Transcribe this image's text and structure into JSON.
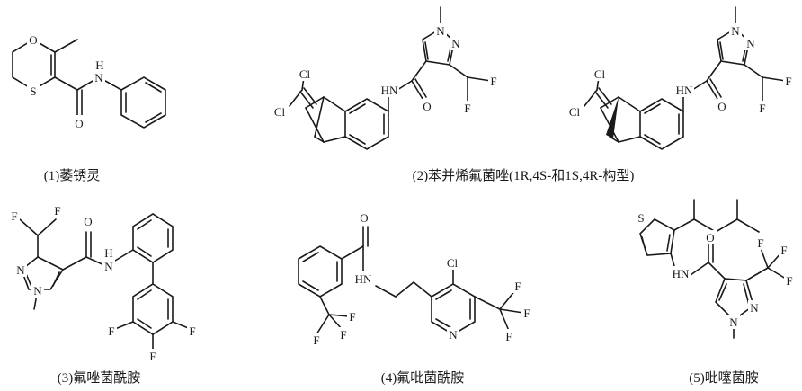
{
  "captions": {
    "c1": "(1)萎锈灵",
    "c2": "(2)苯并烯氟菌唑(1R,4S-和1S,4R-构型)",
    "c3": "(3)氟唑菌酰胺",
    "c4": "(4)氟吡菌酰胺",
    "c5": "(5)吡噻菌胺"
  },
  "atoms": {
    "m1": {
      "O": "O",
      "S": "S",
      "N": "N",
      "H": "H",
      "O2": "O"
    },
    "m2a": {
      "Cl1": "Cl",
      "Cl2": "Cl",
      "HN": "HN",
      "O": "O",
      "N1": "N",
      "N2": "N",
      "F1": "F",
      "F2": "F"
    },
    "m2b": {
      "Cl1": "Cl",
      "Cl2": "Cl",
      "HN": "HN",
      "O": "O",
      "N1": "N",
      "N2": "N",
      "F1": "F",
      "F2": "F"
    },
    "m3": {
      "F1": "F",
      "F2": "F",
      "N1": "N",
      "N2": "N",
      "O": "O",
      "N": "N",
      "H": "H",
      "F3": "F",
      "F4": "F",
      "F5": "F"
    },
    "m4": {
      "O": "O",
      "HN": "HN",
      "Cl": "Cl",
      "N": "N",
      "F1": "F",
      "F2": "F",
      "F3": "F",
      "F4": "F",
      "F5": "F",
      "F6": "F"
    },
    "m5": {
      "S": "S",
      "HN": "HN",
      "O": "O",
      "N1": "N",
      "N2": "N",
      "F1": "F",
      "F2": "F",
      "F3": "F"
    }
  }
}
